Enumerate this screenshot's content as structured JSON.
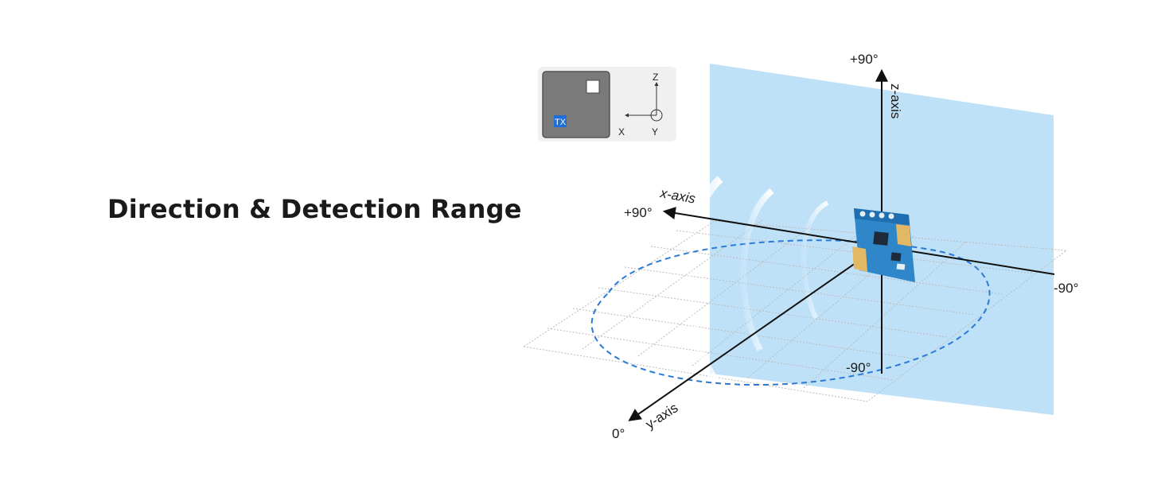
{
  "heading": "Direction & Detection Range",
  "legend": {
    "tx_label": "TX",
    "axis_z": "Z",
    "axis_x": "X",
    "axis_y": "Y"
  },
  "axes": {
    "z_axis_name": "z-axis",
    "x_axis_name": "x-axis",
    "y_axis_name": "y-axis",
    "z_top": "+90°",
    "z_bottom": "-90°",
    "x_left": "+90°",
    "x_right": "-90°",
    "y_front": "0°"
  },
  "colors": {
    "plane": "#bcdff8",
    "range_outline": "#2a7ad8",
    "grid": "#bbbbbb",
    "board": "#2f86c9",
    "antenna": "#e2b865"
  }
}
